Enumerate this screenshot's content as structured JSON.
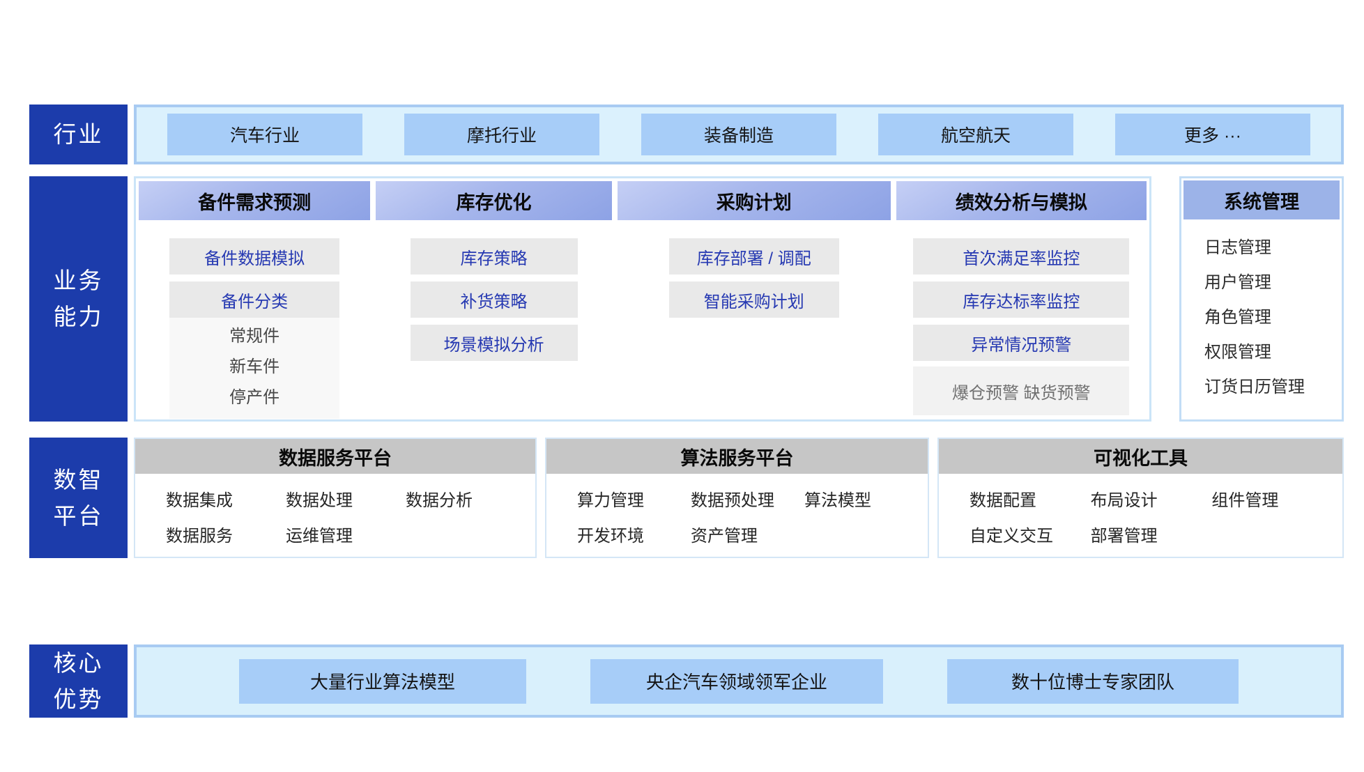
{
  "colors": {
    "band_label_bg": "#1c3cab",
    "band_label_text": "#ffffff",
    "light_container_bg": "#dbf1fd",
    "light_container_border": "#a8cbf2",
    "chip_blue_bg": "#a7cdf8",
    "biz_header_gradient_start": "#c5cff5",
    "biz_header_gradient_end": "#8da2e5",
    "system_header_bg": "#9cb3e8",
    "gray_item_bg": "#e9e9e9",
    "gray_item_text": "#2639b2",
    "muted_item_bg": "#f2f2f2",
    "muted_item_text": "#707070",
    "platform_header_bg": "#c6c6c6"
  },
  "industry": {
    "label": "行业",
    "buttons": [
      "汽车行业",
      "摩托行业",
      "装备制造",
      "航空航天",
      "更多 ···"
    ]
  },
  "business": {
    "label_line1": "业务",
    "label_line2": "能力",
    "columns": [
      {
        "header": "备件需求预测",
        "items": [
          "备件数据模拟",
          "备件分类"
        ],
        "sub_items": [
          "常规件",
          "新车件",
          "停产件"
        ]
      },
      {
        "header": "库存优化",
        "items": [
          "库存策略",
          "补货策略",
          "场景模拟分析"
        ]
      },
      {
        "header": "采购计划",
        "items": [
          "库存部署 / 调配",
          "智能采购计划"
        ]
      },
      {
        "header": "绩效分析与模拟",
        "items": [
          "首次满足率监控",
          "库存达标率监控",
          "异常情况预警"
        ],
        "muted_item": "爆仓预警 缺货预警"
      }
    ],
    "system_panel": {
      "header": "系统管理",
      "items": [
        "日志管理",
        "用户管理",
        "角色管理",
        "权限管理",
        "订货日历管理"
      ]
    }
  },
  "platform": {
    "label_line1": "数智",
    "label_line2": "平台",
    "panels": [
      {
        "header": "数据服务平台",
        "items": [
          "数据集成",
          "数据处理",
          "数据分析",
          "数据服务",
          "运维管理"
        ]
      },
      {
        "header": "算法服务平台",
        "items": [
          "算力管理",
          "数据预处理",
          "算法模型",
          "开发环境",
          "资产管理"
        ]
      },
      {
        "header": "可视化工具",
        "items": [
          "数据配置",
          "布局设计",
          "组件管理",
          "自定义交互",
          "部署管理"
        ]
      }
    ]
  },
  "advantage": {
    "label_line1": "核心",
    "label_line2": "优势",
    "buttons": [
      "大量行业算法模型",
      "央企汽车领域领军企业",
      "数十位博士专家团队"
    ]
  }
}
